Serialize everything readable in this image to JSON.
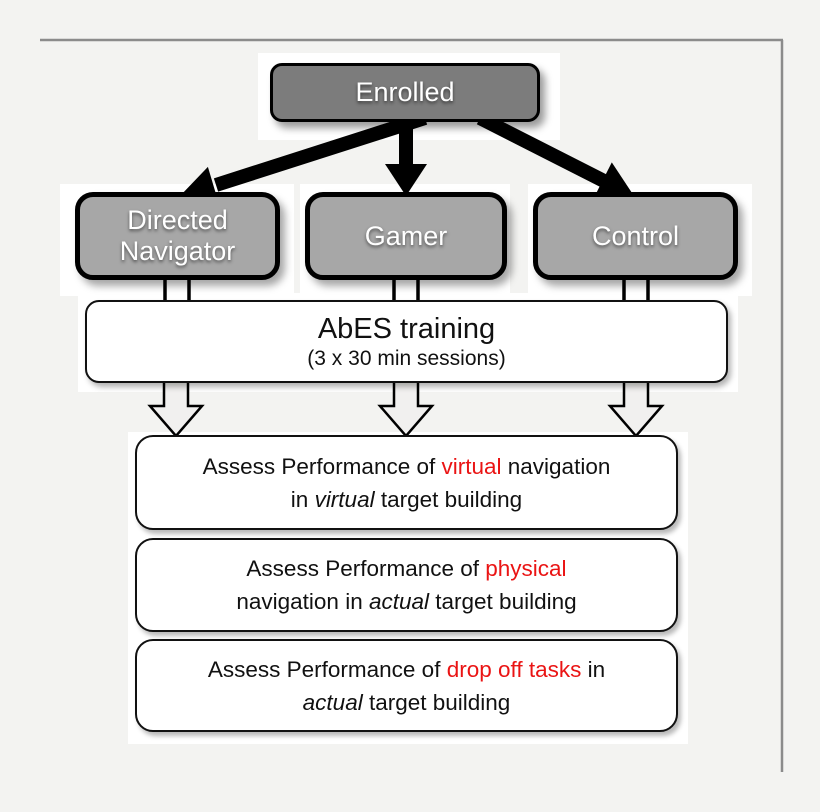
{
  "colors": {
    "page_bg": "#f3f3f1",
    "patch_bg": "#ffffff",
    "frame_line": "#8b8b8b",
    "dark_box_fill": "#7c7c7c",
    "group_box_fill": "#a7a7a7",
    "box_border": "#000000",
    "white_box_fill": "#ffffff",
    "connector_fill": "#ffffff",
    "block_arrow_fill": "#f1f0ef",
    "text_dark": "#111111",
    "text_light": "#ffffff",
    "red_text": "#ea1414"
  },
  "flowchart": {
    "enrolled": {
      "label": "Enrolled"
    },
    "groups": [
      {
        "label": "Directed Navigator"
      },
      {
        "label": "Gamer"
      },
      {
        "label": "Control"
      }
    ],
    "training": {
      "title": "AbES training",
      "subtitle": "(3 x 30 min sessions)"
    },
    "assessments": [
      {
        "lines": [
          [
            {
              "text": "Assess Performance of ",
              "style": "normal"
            },
            {
              "text": "virtual",
              "style": "red"
            },
            {
              "text": " navigation",
              "style": "normal"
            }
          ],
          [
            {
              "text": "in ",
              "style": "normal"
            },
            {
              "text": "virtual",
              "style": "italic"
            },
            {
              "text": " target building",
              "style": "normal"
            }
          ]
        ]
      },
      {
        "lines": [
          [
            {
              "text": "Assess Performance of ",
              "style": "normal"
            },
            {
              "text": "physical",
              "style": "red"
            }
          ],
          [
            {
              "text": "navigation in ",
              "style": "normal"
            },
            {
              "text": "actual",
              "style": "italic"
            },
            {
              "text": " target building",
              "style": "normal"
            }
          ]
        ]
      },
      {
        "lines": [
          [
            {
              "text": "Assess Performance of ",
              "style": "normal"
            },
            {
              "text": "drop off tasks",
              "style": "red"
            },
            {
              "text": " in",
              "style": "normal"
            }
          ],
          [
            {
              "text": "actual",
              "style": "italic"
            },
            {
              "text": " target building",
              "style": "normal"
            }
          ]
        ]
      }
    ]
  }
}
